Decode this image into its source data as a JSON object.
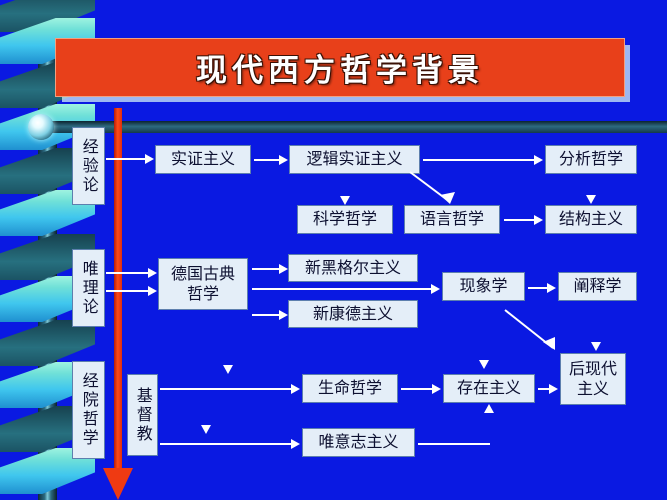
{
  "slide": {
    "title": "现代西方哲学背景",
    "background_color": "#0a19e2",
    "title_color": "#e8401a"
  },
  "decorations": {
    "helix": "dna-helix-ribbon",
    "sphere": "glow-sphere",
    "top_bar": "horizontal-divider-bar",
    "red_arrow": "timeline-down-arrow"
  },
  "sidebar": {
    "items": [
      {
        "label": "经验论"
      },
      {
        "label": "唯理论"
      },
      {
        "label": "经院哲学"
      }
    ]
  },
  "nodes": {
    "christianity": "基督教",
    "positivism": "实证主义",
    "logical_positivism": "逻辑实证主义",
    "philosophy_of_science": "科学哲学",
    "philosophy_of_language": "语言哲学",
    "analytic_philosophy": "分析哲学",
    "structuralism": "结构主义",
    "german_classical_1": "德国古典",
    "german_classical_2": "哲学",
    "neo_hegelianism": "新黑格尔主义",
    "neo_kantianism": "新康德主义",
    "phenomenology": "现象学",
    "hermeneutics": "阐释学",
    "life_philosophy": "生命哲学",
    "existentialism": "存在主义",
    "voluntarism": "唯意志主义",
    "postmodernism_1": "后现代",
    "postmodernism_2": "主义"
  }
}
